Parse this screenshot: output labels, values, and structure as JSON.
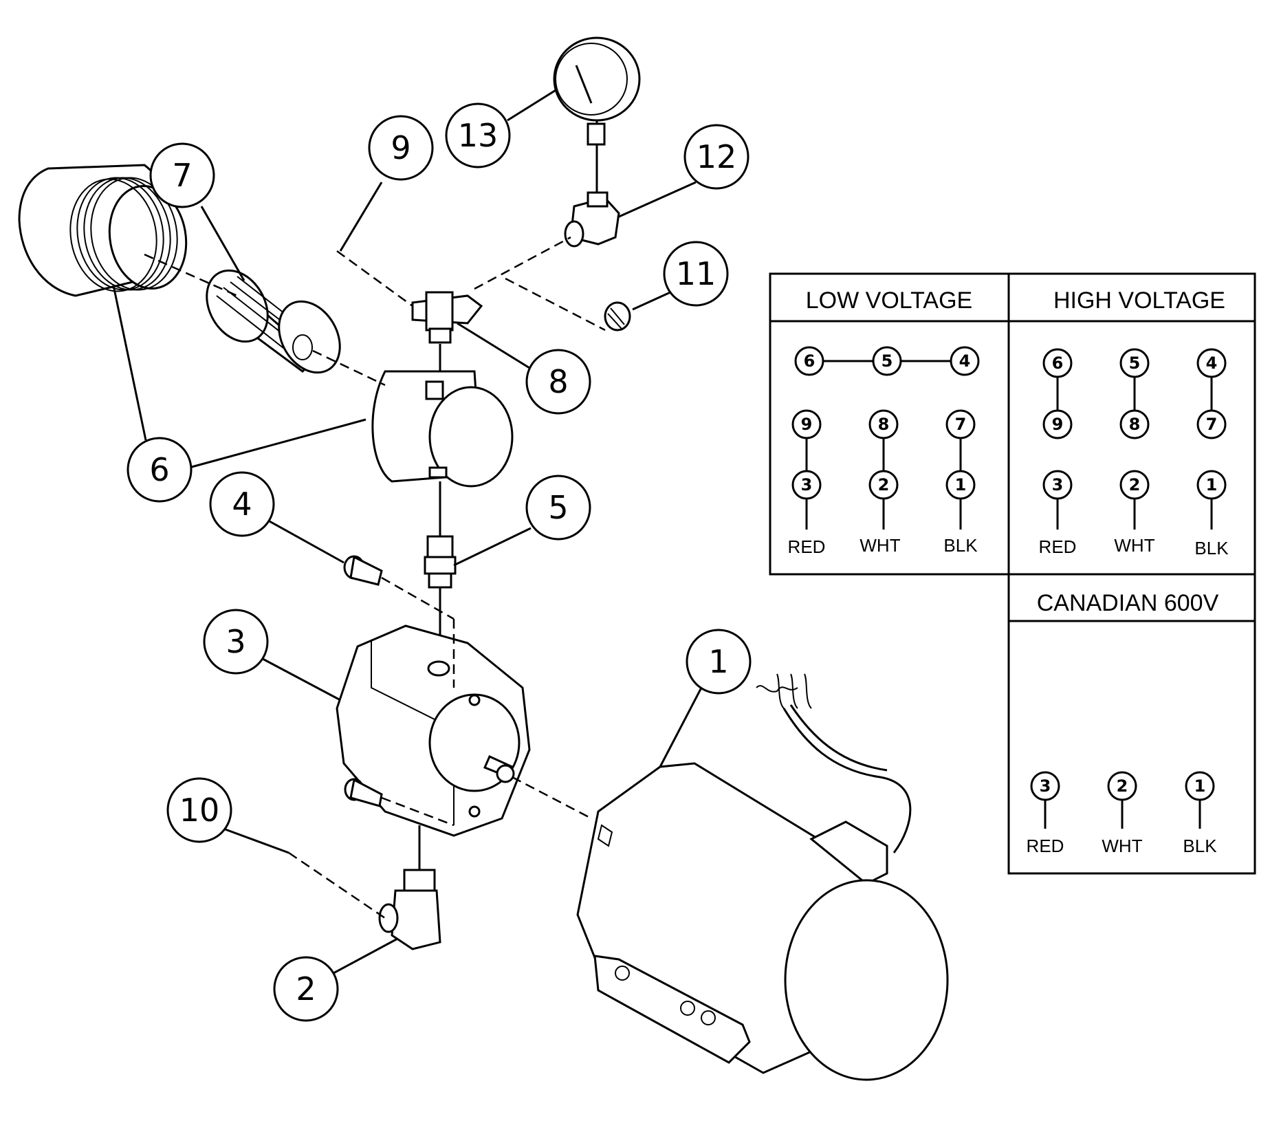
{
  "balloons": [
    {
      "label": "13"
    },
    {
      "label": "9"
    },
    {
      "label": "12"
    },
    {
      "label": "7"
    },
    {
      "label": "11"
    },
    {
      "label": "8"
    },
    {
      "label": "6"
    },
    {
      "label": "4"
    },
    {
      "label": "5"
    },
    {
      "label": "3"
    },
    {
      "label": "1"
    },
    {
      "label": "10"
    },
    {
      "label": "2"
    }
  ],
  "wiring_table": {
    "low_voltage": {
      "title": "LOW VOLTAGE",
      "terminals": [
        "6",
        "5",
        "4",
        "9",
        "8",
        "7",
        "3",
        "2",
        "1"
      ],
      "wires": [
        "RED",
        "WHT",
        "BLK"
      ]
    },
    "high_voltage": {
      "title": "HIGH VOLTAGE",
      "terminals": [
        "6",
        "5",
        "4",
        "9",
        "8",
        "7",
        "3",
        "2",
        "1"
      ],
      "wires": [
        "RED",
        "WHT",
        "BLK"
      ]
    },
    "canadian_600v": {
      "title": "CANADIAN 600V",
      "terminals": [
        "3",
        "2",
        "1"
      ],
      "wires": [
        "RED",
        "WHT",
        "BLK"
      ]
    }
  }
}
